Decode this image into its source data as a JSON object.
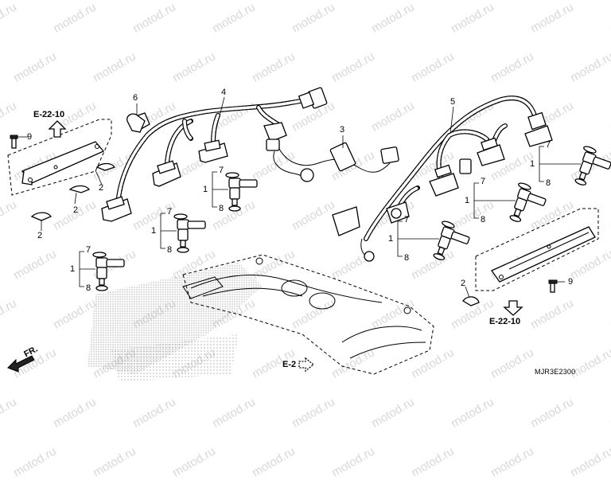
{
  "watermark": "motod.ru",
  "diagram_code": "MJR3E2300",
  "front_label": "FR.",
  "callouts": {
    "p1": "1",
    "p2": "2",
    "p3": "3",
    "p4": "4",
    "p5": "5",
    "p6": "6",
    "p7": "7",
    "p8": "8",
    "p9": "9"
  },
  "refs": {
    "top_left": "E-22-10",
    "bottom_right": "E-22-10",
    "bottom_mid": "E-2"
  },
  "colors": {
    "line": "#000000",
    "watermark": "#d8d8d8",
    "background": "#ffffff"
  }
}
